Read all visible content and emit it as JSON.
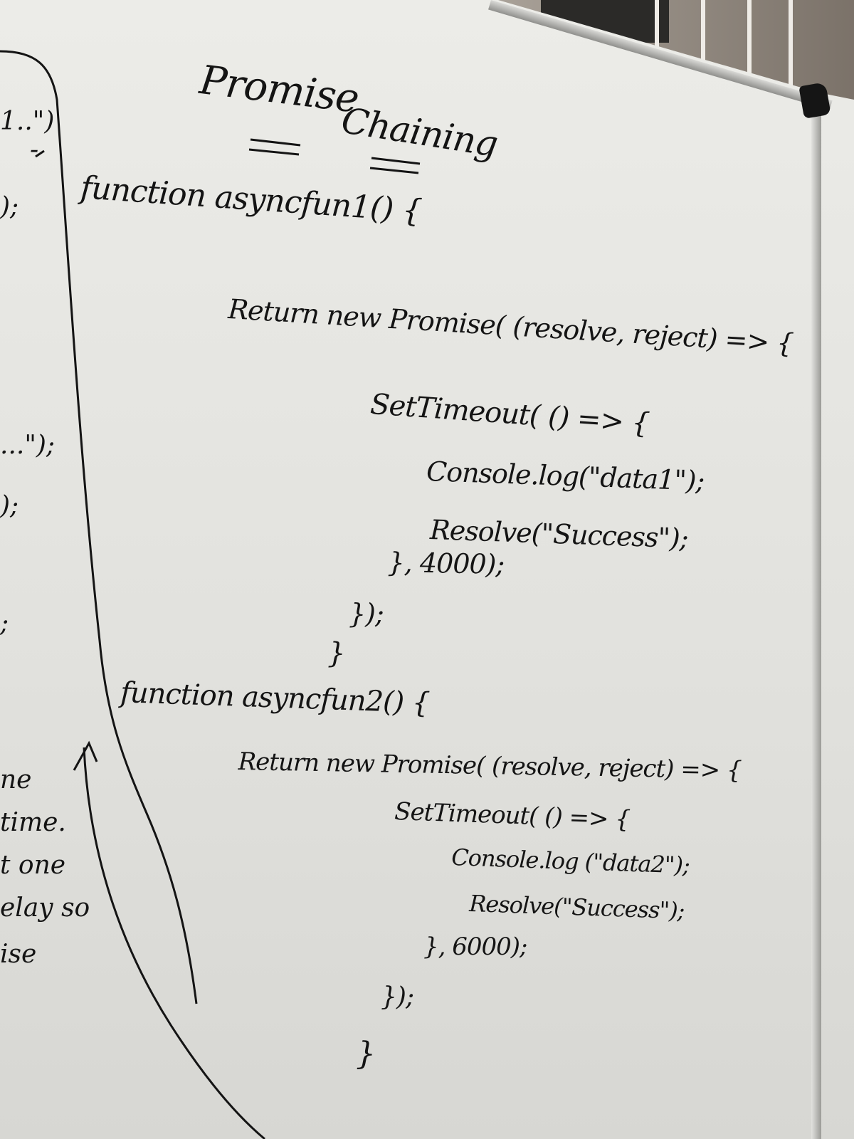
{
  "scene": {
    "subject": "whiteboard",
    "ink_color": "#141414",
    "board_color": "#e6e6e2",
    "wall_color": "#8a8178"
  },
  "title": {
    "word1": "Promise",
    "word2": "Chaining"
  },
  "code_block_1": {
    "line_1": "function asyncfun1() {",
    "line_2": "Return new Promise( (resolve, reject) => {",
    "line_3": "SetTimeout( () => {",
    "line_4": "Console.log(\"data1\");",
    "line_5": "Resolve(\"Success\");",
    "line_6": "}, 4000);",
    "line_7": "});",
    "line_8": "}"
  },
  "code_block_2": {
    "line_1": "function asyncfun2() {",
    "line_2": "Return new Promise( (resolve, reject) => {",
    "line_3": "SetTimeout( () => {",
    "line_4": "Console.log (\"data2\");",
    "line_5": "Resolve(\"Success\");",
    "line_6": "}, 6000);",
    "line_7": "});",
    "line_8": "}"
  },
  "left_margin_fragments": [
    "1..\")",
    "-",
    ");",
    "...\");",
    ");",
    ";",
    "ne",
    "time.",
    "t one",
    "elay so",
    "ise"
  ]
}
